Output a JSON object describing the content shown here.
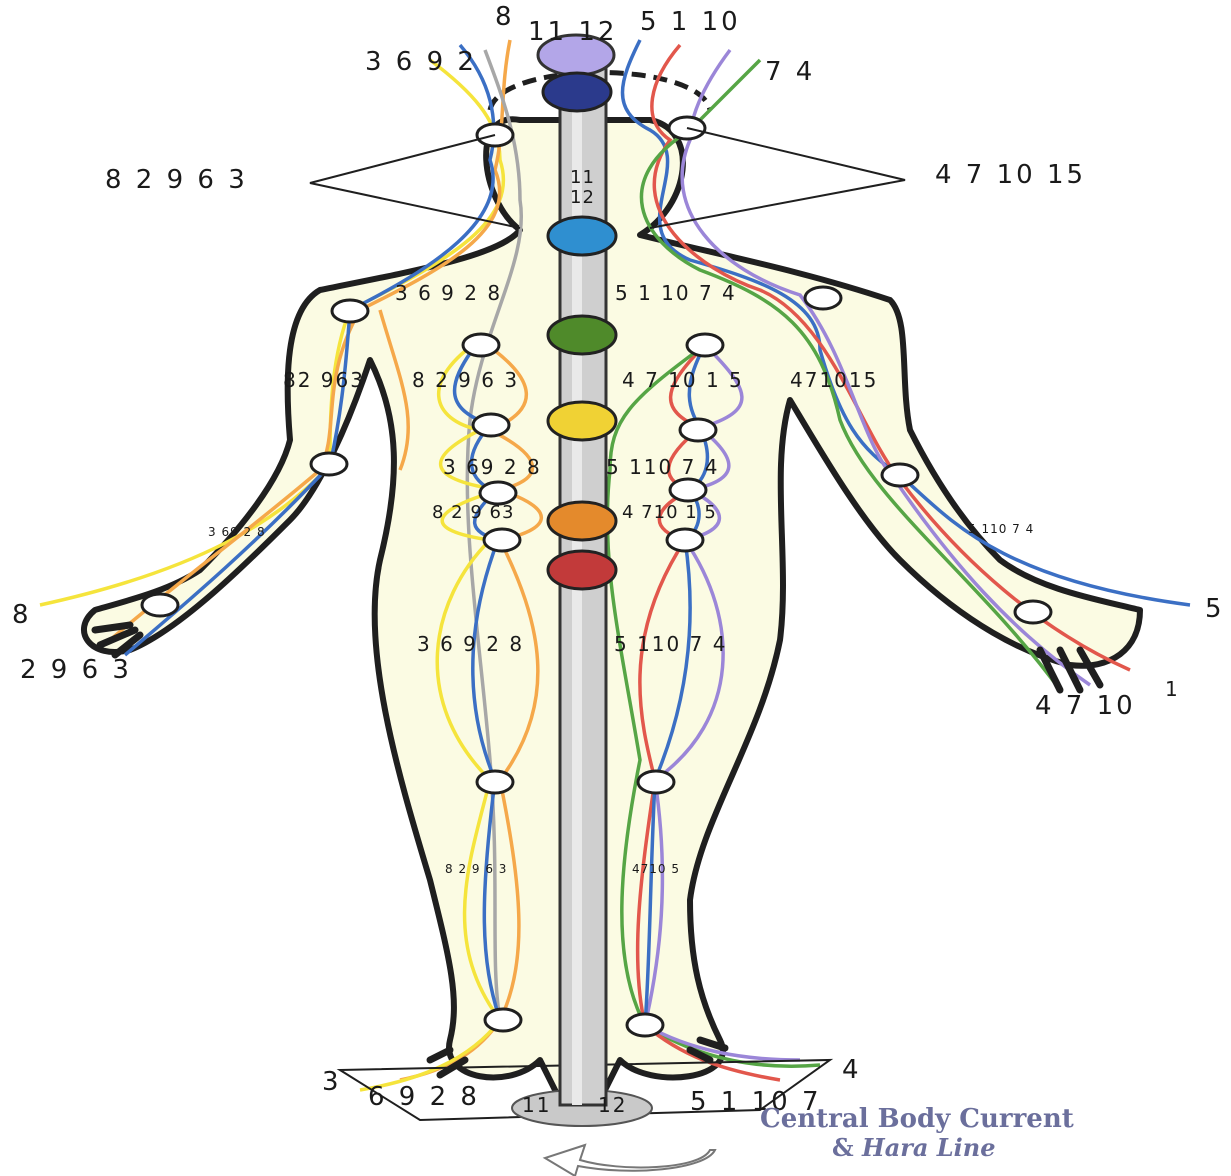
{
  "caption": {
    "line1": "Central Body Current",
    "line2_amp": "&",
    "line2_italic": "Hara Line"
  },
  "labels": {
    "head_left": "3 6 9 2",
    "head_left_top": "8",
    "head_crown": "11 12",
    "head_right": "5  1  10",
    "head_right_lower": "7 4",
    "neck_left": "8 2 9 6 3",
    "neck_right": "4 7 10 15",
    "throat_11": "11",
    "throat_12": "12",
    "shoulder_left": "3  6  9 2 8",
    "shoulder_right": "5  1 10 7 4",
    "chest_left_arm": "82 963",
    "chest_left": "8  2 9 6 3",
    "chest_right": "4 7 10 1 5",
    "chest_right_arm": "471015",
    "belly_left": "3 69 2 8",
    "belly_right": "5 110 7 4",
    "hip_left": "8 2 9 63",
    "hip_right": "4 710 1 5",
    "forearm_left": "3 69  2  8",
    "forearm_right": "5 110 7 4",
    "hand_left_top": "8",
    "hand_left_bottom": "2 9 6 3",
    "hand_right_top": "5",
    "hand_right_bottom": "4  7 10",
    "hand_right_sup": "1",
    "thigh_left": "3 6  9 2 8",
    "thigh_right": "5 110 7 4",
    "shin_left": "8  2  9 6 3",
    "shin_right": "4710 5",
    "feet_left_a": "3",
    "feet_left_b": "6 9 2 8",
    "feet_center_a": "11",
    "feet_center_b": "12",
    "feet_right_a": "5 1 10 7",
    "feet_right_b": "4"
  },
  "colors": {
    "yellow": "#f5e43c",
    "orange": "#f5a84a",
    "blue": "#3b6fc4",
    "gray": "#a7a7a7",
    "red": "#e2574c",
    "violet": "#9b86d8",
    "green": "#56a545",
    "body_fill": "#fbfbe3",
    "outline": "#1f1f1f",
    "caption": "#6b6f9c"
  },
  "chakras": [
    {
      "name": "crown",
      "color": "#b3a6e8"
    },
    {
      "name": "third-eye",
      "color": "#2b3a8c"
    },
    {
      "name": "throat",
      "color": "#2f8fd0"
    },
    {
      "name": "heart",
      "color": "#4f8a2a"
    },
    {
      "name": "solar-plexus",
      "color": "#f0d234"
    },
    {
      "name": "sacral",
      "color": "#e48a2c"
    },
    {
      "name": "root",
      "color": "#c23a3a"
    }
  ]
}
